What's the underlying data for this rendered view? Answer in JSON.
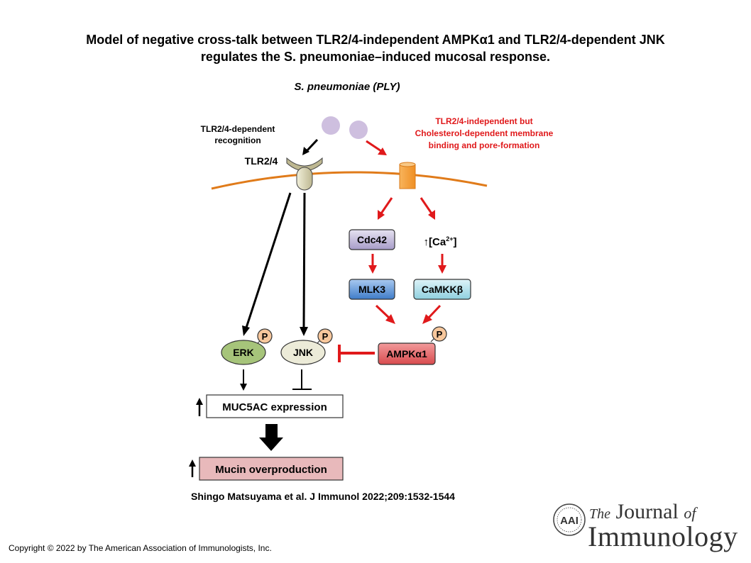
{
  "title": {
    "line1": "Model of negative cross-talk between TLR2/4-independent AMPKα1 and TLR2/4-dependent JNK",
    "line2": "regulates the S. pneumoniae–induced mucosal response."
  },
  "diagram": {
    "pathogen_label": "S. pneumoniae (PLY)",
    "tlr_recognition_label": [
      "TLR2/4-dependent",
      "recognition"
    ],
    "receptor_label": "TLR2/4",
    "independent_label": [
      "TLR2/4-independent but",
      "Cholesterol-dependent membrane",
      "binding and pore-formation"
    ],
    "nodes": {
      "cdc42": "Cdc42",
      "calcium_arrow": "↑",
      "calcium_prefix": "[Ca",
      "calcium_sup": "2+",
      "calcium_suffix": "]",
      "mlk3": "MLK3",
      "camkk": "CaMKKβ",
      "ampk": "AMPKα1",
      "erk": "ERK",
      "jnk": "JNK",
      "phospho": "P",
      "muc5ac": "MUC5AC expression",
      "mucin": "Mucin overproduction"
    },
    "colors": {
      "red_arrow": "#e0191b",
      "membrane": "#e07b1a",
      "pore": "#f5a13c",
      "ampk_fill": "#e8696b",
      "erk_fill": "#a6c47a",
      "jnk_fill": "#ecebd8",
      "cdc42_fill": "#c3bcd9",
      "mlk3_fill": "#6e9fd8",
      "camkk_fill": "#b6e0ea",
      "mucin_fill": "#e8b9bb",
      "phospho_fill": "#f7c79c",
      "bacteria": "#c9b8dc"
    }
  },
  "citation": "Shingo Matsuyama et al. J Immunol 2022;209:1532-1544",
  "copyright": "Copyright © 2022 by The American Association of Immunologists, Inc.",
  "journal": {
    "the": "The",
    "journal": "Journal",
    "of": "of",
    "immunology": "Immunology",
    "seal_text": "AAI"
  }
}
